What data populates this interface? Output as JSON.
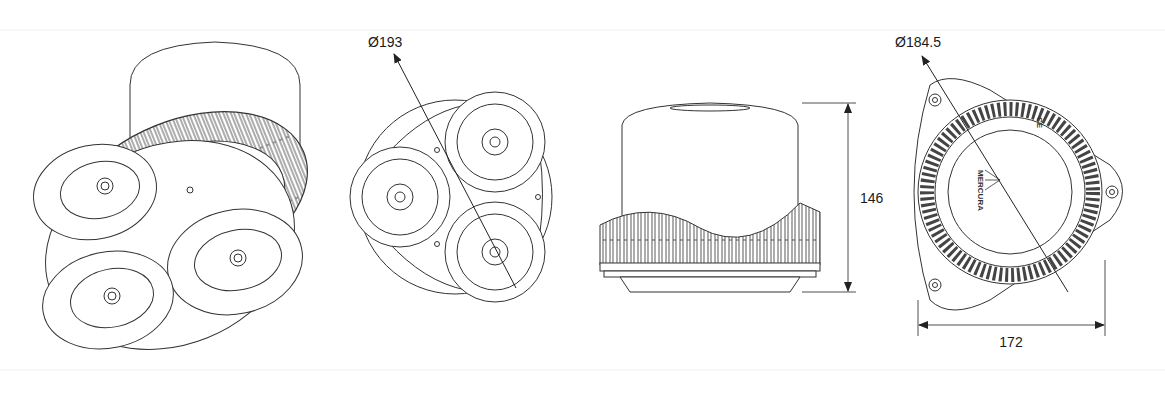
{
  "diagram": {
    "labels": [
      "Ø193",
      "146",
      "Ø184.5",
      "172",
      "MERCURA",
      "CE"
    ]
  }
}
